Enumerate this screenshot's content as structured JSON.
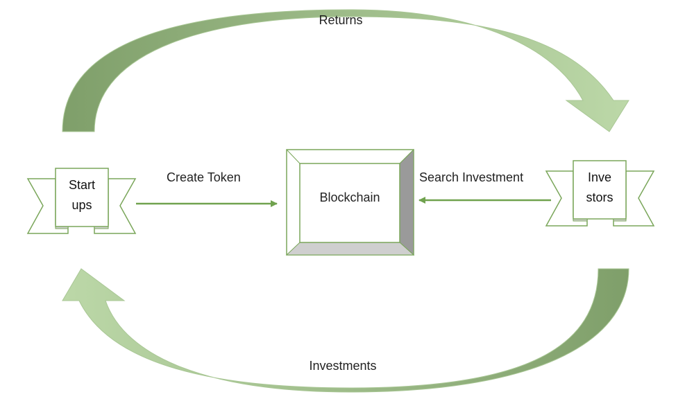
{
  "colors": {
    "arrow_dark": "#7f9f6a",
    "arrow_light": "#bcd8a8",
    "outline": "#7aa65a",
    "connector": "#70a24e",
    "block_face": "#ffffff",
    "block_shade": "#9a9a9a",
    "block_bottom": "#cfcfcf"
  },
  "arrows": {
    "top_label": "Returns",
    "bottom_label": "Investments"
  },
  "connectors": {
    "left_label": "Create Token",
    "right_label": "Search Investment"
  },
  "nodes": {
    "startups": {
      "line1": "Start",
      "line2": "ups",
      "shape": "scroll-banner"
    },
    "investors": {
      "line1": "Inve",
      "line2": "stors",
      "shape": "scroll-banner"
    },
    "blockchain": {
      "label": "Blockchain",
      "shape": "bevel"
    }
  }
}
